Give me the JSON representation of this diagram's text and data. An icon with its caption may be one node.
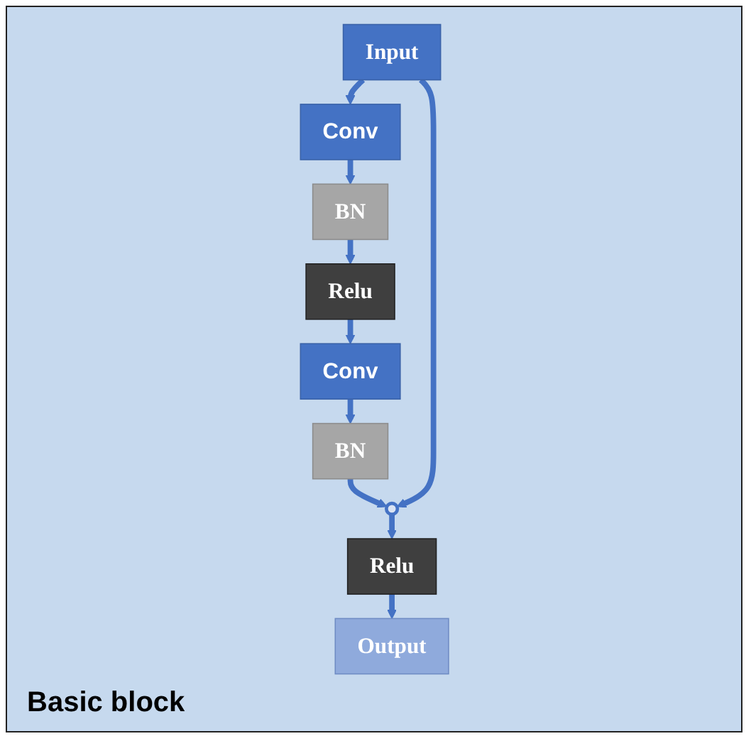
{
  "diagram": {
    "nodes": [
      {
        "text": [
          "Input"
        ]
      },
      {
        "text": [
          "Conv"
        ]
      },
      {
        "text": [
          "BN"
        ]
      },
      {
        "text": [
          "Relu"
        ]
      },
      {
        "text": [
          "Conv"
        ]
      },
      {
        "text": [
          "BN"
        ]
      },
      {
        "text": [],
        "shape": "circle"
      },
      {
        "text": [
          "Relu"
        ]
      },
      {
        "text": [
          "Output"
        ]
      }
    ],
    "edges": [
      {
        "from": 0,
        "to": 1,
        "arrow": "to"
      },
      {
        "from": 1,
        "to": 2,
        "arrow": "to"
      },
      {
        "from": 2,
        "to": 3,
        "arrow": "to"
      },
      {
        "from": 3,
        "to": 4,
        "arrow": "to"
      },
      {
        "from": 4,
        "to": 5,
        "arrow": "to"
      },
      {
        "from": 5,
        "to": 6,
        "arrow": "to"
      },
      {
        "from": 0,
        "to": 6,
        "arrow": "to"
      },
      {
        "from": 6,
        "to": 7,
        "arrow": "to"
      },
      {
        "from": 7,
        "to": 8,
        "arrow": "to"
      }
    ],
    "labels": [
      "Basic block"
    ]
  }
}
